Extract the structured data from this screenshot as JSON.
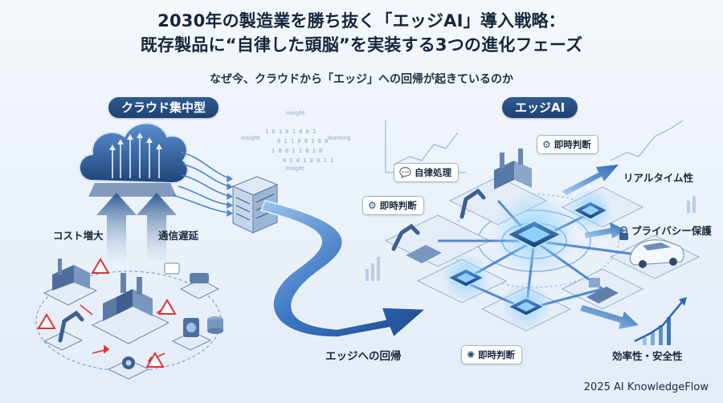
{
  "header": {
    "title_line1": "2030年の製造業を勝ち抜く「エッジAI」導入戦略：",
    "title_line2": "既存製品に“自律した頭脳”を実装する3つの進化フェーズ",
    "subtitle": "なぜ今、クラウドから「エッジ」への回帰が起きているのか"
  },
  "left": {
    "section_label": "クラウド集中型",
    "issue_cost": "コスト増大",
    "issue_latency": "通信遅延"
  },
  "center": {
    "flow_label": "エッジへの回帰",
    "data_words": [
      "insight",
      "insight",
      "learning",
      "insight"
    ]
  },
  "right": {
    "section_label": "エッジAI",
    "callouts": {
      "top": "即時判断",
      "autonomous": "自律処理",
      "left": "即時判断",
      "bottom": "即時判断"
    },
    "benefits": {
      "realtime": "リアルタイム性",
      "privacy": "プライバシー保護",
      "efficiency": "効率性・安全性"
    },
    "icons": {
      "top": "gear-icon",
      "autonomous": "chat-icon",
      "left": "gear-icon",
      "bottom": "brain-icon",
      "privacy": "lock-icon"
    }
  },
  "footer": {
    "credit": "2025 AI KnowledgeFlow"
  },
  "colors": {
    "navy": "#1e4272",
    "blue": "#3a78c2",
    "light_blue": "#8fc3f0",
    "warning": "#d9343a"
  }
}
